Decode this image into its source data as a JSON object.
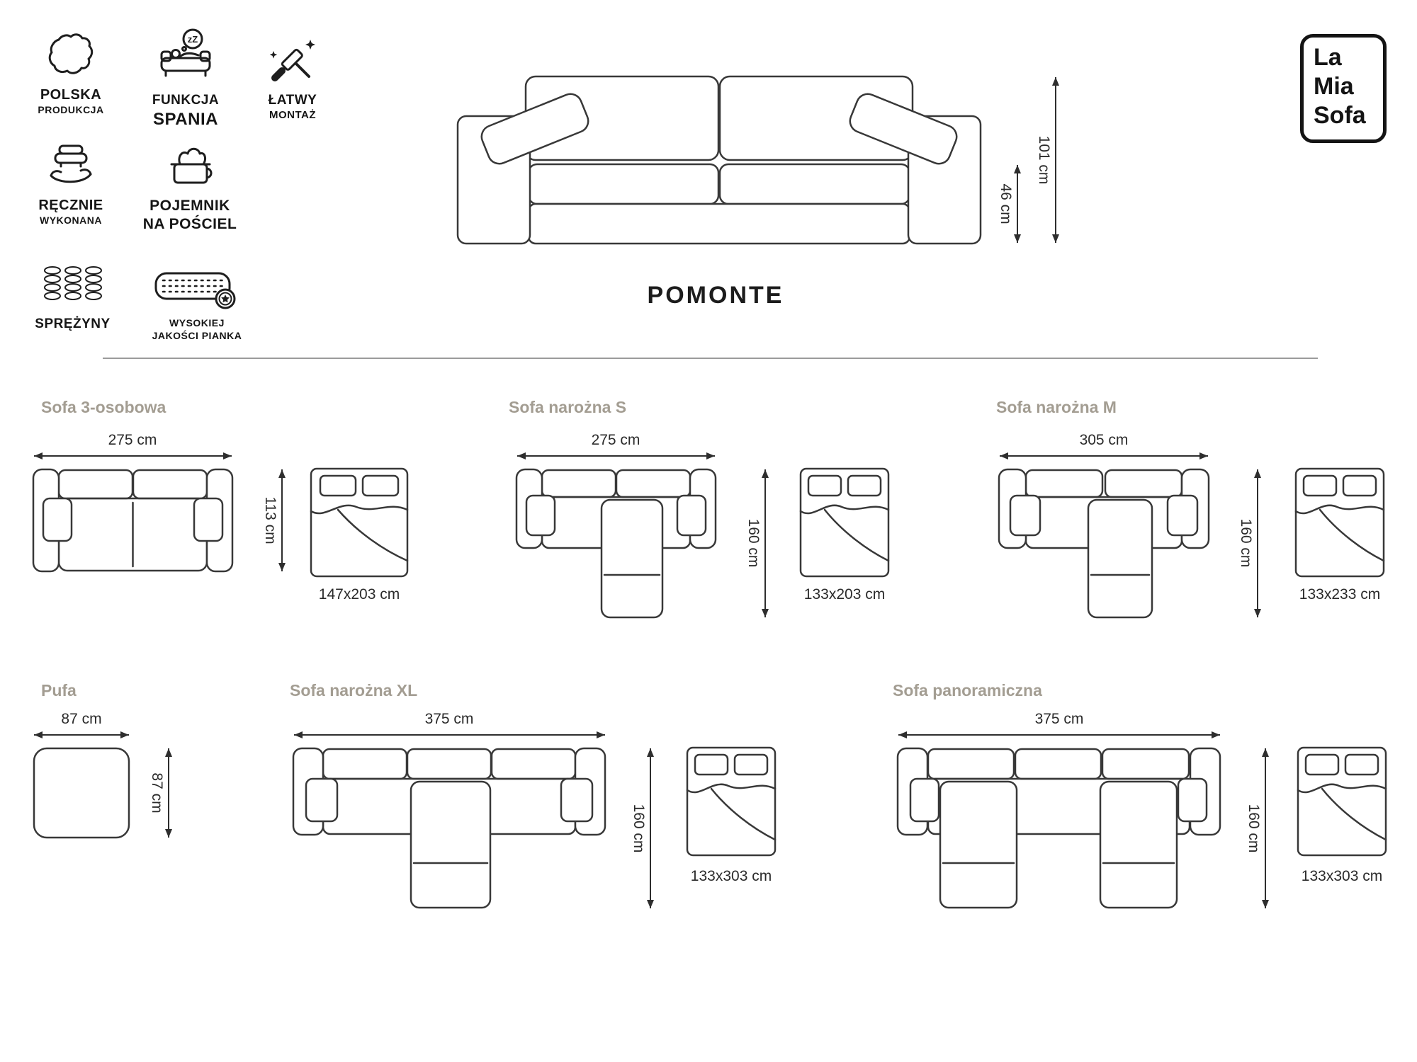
{
  "page": {
    "background": "#ffffff",
    "line_color": "#383838",
    "muted_title_color": "#a39d92"
  },
  "brand": {
    "line1": "La",
    "line2": "Mia",
    "line3": "Sofa"
  },
  "product": {
    "title": "POMONTE",
    "total_height": "101 cm",
    "seat_height": "46 cm"
  },
  "features": [
    {
      "icon": "poland-map-icon",
      "line1": "POLSKA",
      "line2": "PRODUKCJA"
    },
    {
      "icon": "sleep-function-icon",
      "line1": "FUNKCJA",
      "line2": "SPANIA",
      "bubble_text": "zZ"
    },
    {
      "icon": "easy-assembly-icon",
      "line1": "ŁATWY",
      "line2": "MONTAŻ"
    },
    {
      "icon": "handmade-icon",
      "line1": "RĘCZNIE",
      "line2": "WYKONANA"
    },
    {
      "icon": "bedding-storage-icon",
      "line1": "POJEMNIK",
      "line2": "NA POŚCIEL"
    },
    {
      "icon": "springs-icon",
      "line1": "SPRĘŻYNY",
      "line2": ""
    },
    {
      "icon": "foam-quality-icon",
      "line1": "WYSOKIEJ",
      "line2": "JAKOŚCI PIANKA"
    }
  ],
  "configurations": [
    {
      "name": "Sofa 3-osobowa",
      "width": "275 cm",
      "depth": "113 cm",
      "bed_size": "147x203 cm"
    },
    {
      "name": "Sofa narożna S",
      "width": "275 cm",
      "depth": "160 cm",
      "bed_size": "133x203 cm"
    },
    {
      "name": "Sofa narożna M",
      "width": "305 cm",
      "depth": "160 cm",
      "bed_size": "133x233 cm"
    },
    {
      "name": "Pufa",
      "width": "87 cm",
      "depth": "87 cm"
    },
    {
      "name": "Sofa narożna XL",
      "width": "375 cm",
      "depth": "160 cm",
      "bed_size": "133x303 cm"
    },
    {
      "name": "Sofa panoramiczna",
      "width": "375 cm",
      "depth": "160 cm",
      "bed_size": "133x303 cm"
    }
  ]
}
